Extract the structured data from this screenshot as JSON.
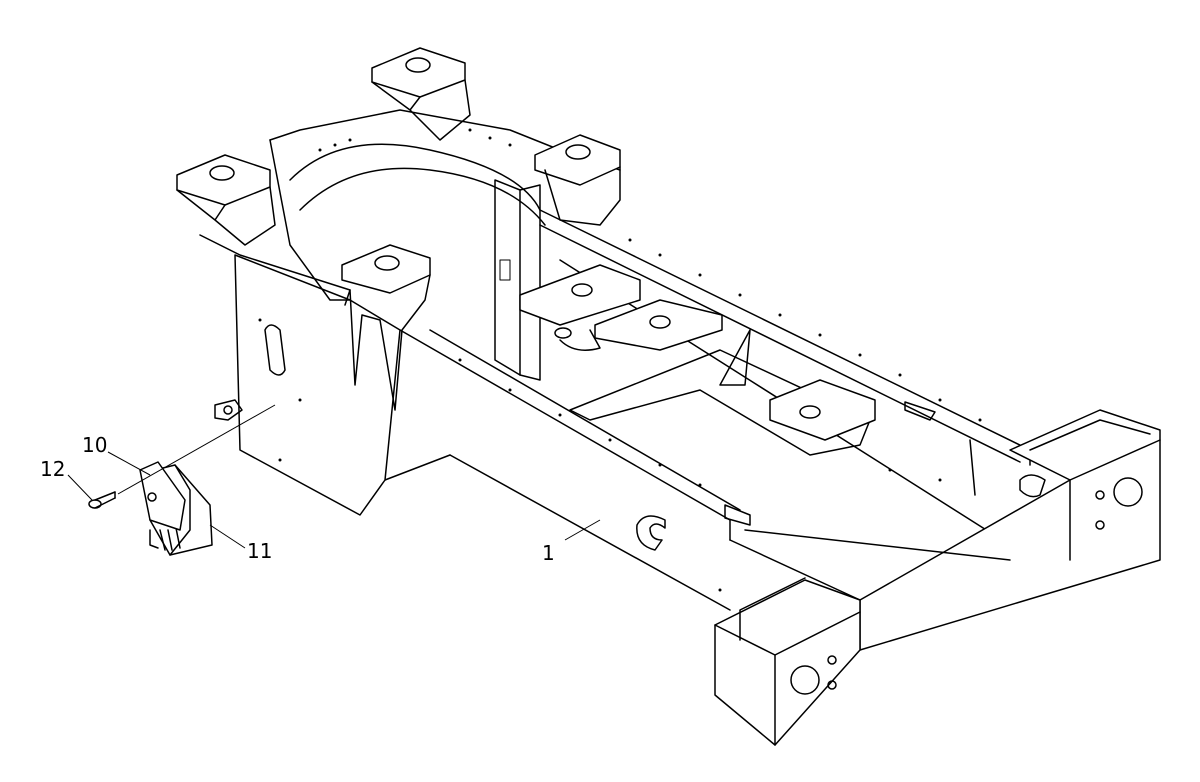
{
  "callouts": {
    "c1": "1",
    "c10": "10",
    "c11": "11",
    "c12": "12"
  },
  "colors": {
    "line": "#000000",
    "background": "#ffffff"
  }
}
